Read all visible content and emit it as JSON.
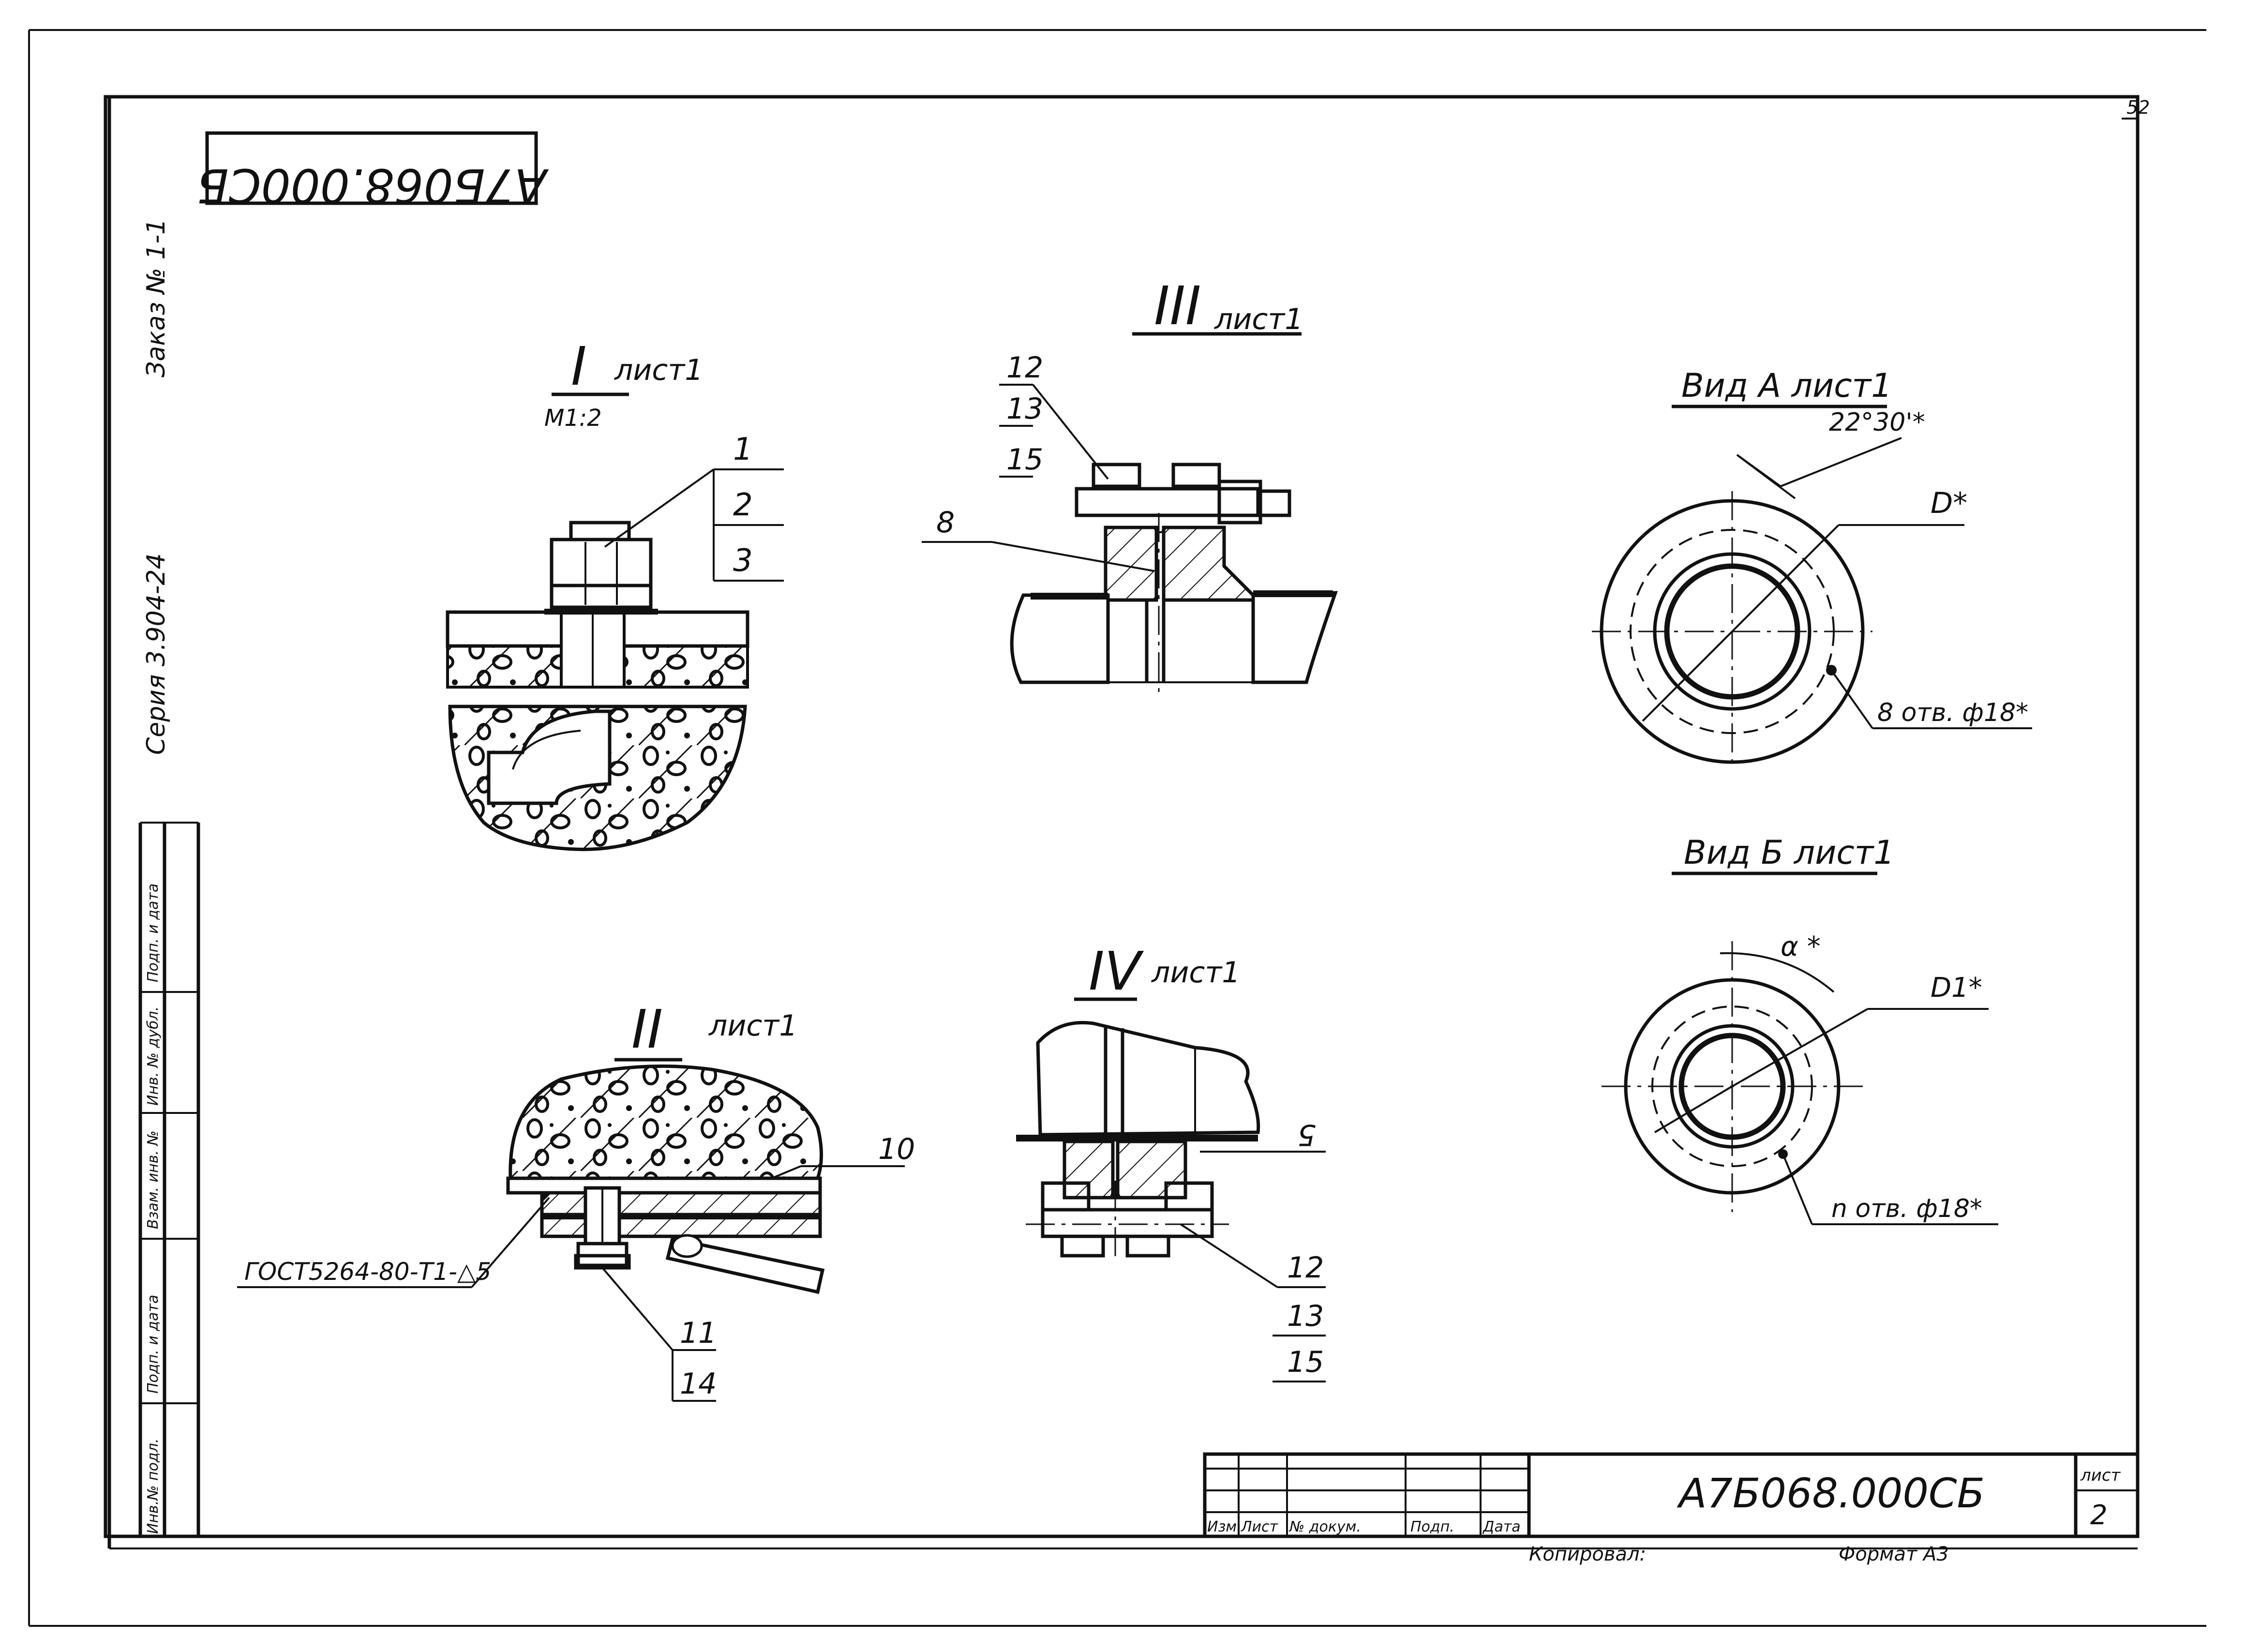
{
  "sheet": {
    "page_number": "52",
    "top_stamp": "А7Б068.000СБ",
    "side_note_1": "Заказ № 1-1",
    "side_note_2": "Серия 3.904-24",
    "side_stamp_cells": [
      "Инв.№ подл.",
      "Подп. и дата",
      "Взам. инв. №",
      "Инв. № дубл.",
      "Подп. и дата"
    ]
  },
  "views": {
    "view_1": {
      "numeral": "I",
      "caption": "лист1",
      "scale": "М1:2",
      "leaders": [
        "1",
        "2",
        "3"
      ]
    },
    "view_2": {
      "numeral": "II",
      "caption": "лист1",
      "gost": "ГОСТ5264-80-Т1-△5",
      "leaders": [
        "10",
        "11",
        "14"
      ]
    },
    "view_3": {
      "numeral": "III",
      "caption": "лист1",
      "leaders": [
        "12",
        "13",
        "15",
        "8"
      ]
    },
    "view_4": {
      "numeral": "IV",
      "caption": "лист1",
      "leaders": [
        "5",
        "12",
        "13",
        "15"
      ]
    },
    "view_a": {
      "title": "Вид А лист1",
      "angle": "22°30'*",
      "diameter": "D*",
      "holes": "8 отв. ф18*"
    },
    "view_b": {
      "title": "Вид Б лист1",
      "angle": "α *",
      "diameter": "D1*",
      "holes": "n отв. ф18*"
    }
  },
  "title_block": {
    "designation": "А7Б068.000СБ",
    "sheet_label": "лист",
    "sheet_number": "2",
    "columns": [
      "Изм.",
      "Лист",
      "№ докум.",
      "Подп.",
      "Дата"
    ],
    "copied_by": "Копировал:",
    "format": "Формат А3"
  }
}
